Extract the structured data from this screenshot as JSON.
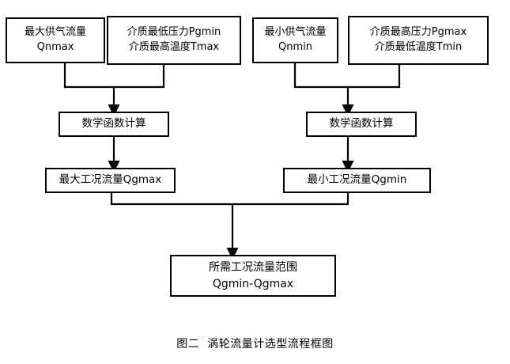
{
  "figure": {
    "caption": "图二  涡轮流量计选型流程框图",
    "background_color": "#ffffff",
    "stroke_color": "#000000"
  },
  "nodes": {
    "qnmax": {
      "line1": "最大供气流量",
      "line2": "Qnmax"
    },
    "pgmin": {
      "line1": "介质最低压力Pgmin",
      "line2": "介质最高温度Tmax"
    },
    "qnmin": {
      "line1": "最小供气流量",
      "line2": "Qnmin"
    },
    "pgmax": {
      "line1": "介质最高压力Pgmax",
      "line2": "介质最低温度Tmin"
    },
    "math_left": {
      "line1": "数学函数计算"
    },
    "math_right": {
      "line1": "数学函数计算"
    },
    "qgmax": {
      "line1": "最大工况流量Qgmax"
    },
    "qgmin": {
      "line1": "最小工况流量Qgmin"
    },
    "result": {
      "line1": "所需工况流量范围",
      "line2": "Qgmin-Qgmax"
    }
  },
  "chart_data": {
    "type": "diagram",
    "title": "图二  涡轮流量计选型流程框图",
    "nodes": [
      {
        "id": "qnmax",
        "text": "最大供气流量 Qnmax",
        "role": "input"
      },
      {
        "id": "pgmin",
        "text": "介质最低压力Pgmin 介质最高温度Tmax",
        "role": "input"
      },
      {
        "id": "qnmin",
        "text": "最小供气流量 Qnmin",
        "role": "input"
      },
      {
        "id": "pgmax",
        "text": "介质最高压力Pgmax 介质最低温度Tmin",
        "role": "input"
      },
      {
        "id": "math_left",
        "text": "数学函数计算",
        "role": "process"
      },
      {
        "id": "math_right",
        "text": "数学函数计算",
        "role": "process"
      },
      {
        "id": "qgmax",
        "text": "最大工况流量Qgmax",
        "role": "result"
      },
      {
        "id": "qgmin",
        "text": "最小工况流量Qgmin",
        "role": "result"
      },
      {
        "id": "result",
        "text": "所需工况流量范围 Qgmin-Qgmax",
        "role": "output"
      }
    ],
    "edges": [
      {
        "from": "qnmax",
        "to": "math_left",
        "style": "merge-arrow"
      },
      {
        "from": "pgmin",
        "to": "math_left",
        "style": "merge-arrow"
      },
      {
        "from": "qnmin",
        "to": "math_right",
        "style": "merge-arrow"
      },
      {
        "from": "pgmax",
        "to": "math_right",
        "style": "merge-arrow"
      },
      {
        "from": "math_left",
        "to": "qgmax",
        "style": "arrow"
      },
      {
        "from": "math_right",
        "to": "qgmin",
        "style": "arrow"
      },
      {
        "from": "qgmax",
        "to": "result",
        "style": "merge-arrow"
      },
      {
        "from": "qgmin",
        "to": "result",
        "style": "merge-arrow"
      }
    ]
  }
}
